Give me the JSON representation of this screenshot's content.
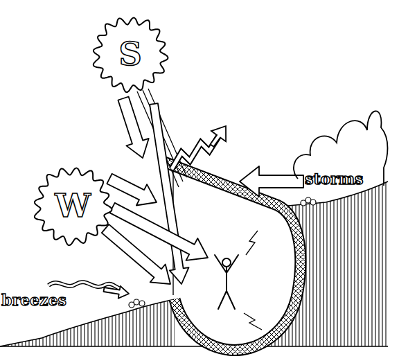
{
  "diagram": {
    "nodes": [
      {
        "text": [
          "S"
        ]
      },
      {
        "text": [
          "W"
        ]
      },
      {
        "text": [
          "storms"
        ]
      }
    ],
    "labels": [
      "breezes"
    ]
  }
}
